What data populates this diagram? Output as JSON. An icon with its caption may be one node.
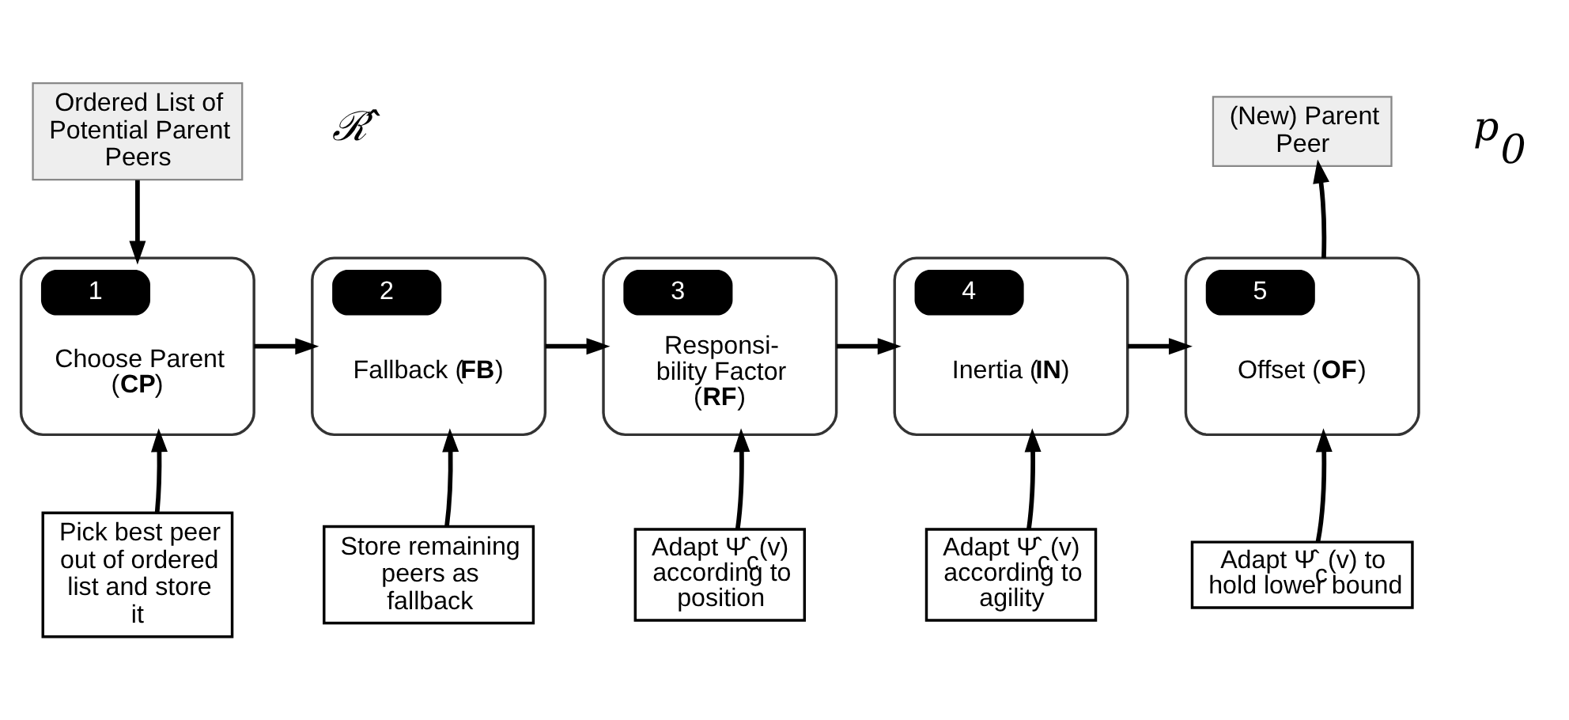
{
  "diagram": {
    "nodes": [
      {
        "text": [
          "Ordered List of Potential Parent Peers"
        ],
        "beside": [
          "ℛ̂"
        ]
      },
      {
        "text": [
          "(New) Parent Peer"
        ],
        "beside": [
          "p$_{0}$"
        ]
      },
      {
        "text": [
          "1",
          "Choose Parent (**CP**)"
        ]
      },
      {
        "text": [
          "2",
          "Fallback (**FB**)"
        ]
      },
      {
        "text": [
          "3",
          "Responsi- bility Factor (**RF**)"
        ]
      },
      {
        "text": [
          "4",
          "Inertia (**IN**)"
        ]
      },
      {
        "text": [
          "5",
          "Offset (**OF**)"
        ]
      },
      {
        "text": [
          "Pick best peer out of ordered list and store it"
        ]
      },
      {
        "text": [
          "Store remaining peers as fallback"
        ]
      },
      {
        "text": [
          "Adapt Ψ̂$_{c}$(v) according to position"
        ]
      },
      {
        "text": [
          "Adapt Ψ̂$_{c}$(v) according to agility"
        ]
      },
      {
        "text": [
          "Adapt Ψ̂$_{c}$(v) to hold lower bound"
        ]
      }
    ],
    "edges": [
      {
        "from": 0,
        "to": 2,
        "arrow": "to"
      },
      {
        "from": 2,
        "to": 3,
        "arrow": "to"
      },
      {
        "from": 3,
        "to": 4,
        "arrow": "to"
      },
      {
        "from": 4,
        "to": 5,
        "arrow": "to"
      },
      {
        "from": 5,
        "to": 6,
        "arrow": "to"
      },
      {
        "from": 6,
        "to": 1,
        "arrow": "to"
      },
      {
        "from": 7,
        "to": 2,
        "arrow": "to"
      },
      {
        "from": 8,
        "to": 3,
        "arrow": "to"
      },
      {
        "from": 9,
        "to": 4,
        "arrow": "to"
      },
      {
        "from": 10,
        "to": 5,
        "arrow": "to"
      },
      {
        "from": 11,
        "to": 6,
        "arrow": "to"
      }
    ]
  }
}
